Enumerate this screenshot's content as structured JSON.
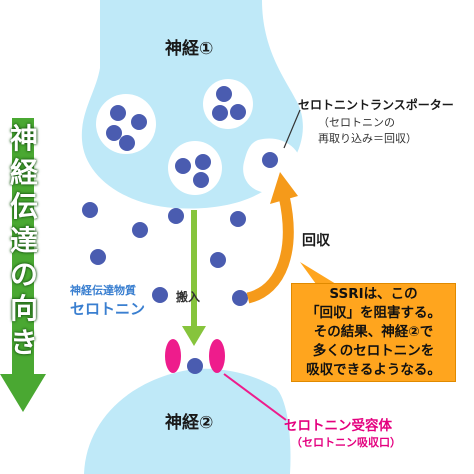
{
  "labels": {
    "neuron1": "神経①",
    "neuron2": "神経②",
    "transporter": "セロトニントランスポーター",
    "transporter_note_line1": "（セロトニンの",
    "transporter_note_line2": "再取り込み＝回収）",
    "reuptake": "回収",
    "transport": "搬入",
    "neurotransmitter": "神経伝達物質",
    "serotonin": "セロトニン",
    "receptor": "セロトニン受容体",
    "receptor_note": "（セロトニン吸収口）",
    "direction": "神経伝達の向き"
  },
  "ssri_box": {
    "lines": [
      "SSRIは、この",
      "「回収」を阻害する。",
      "その結果、神経②で",
      "多くのセロトニンを",
      "吸収できるようなる。"
    ]
  },
  "colors": {
    "neuron": "#bfe9f8",
    "molecule": "#4a5cb0",
    "direction_arrow": "#4aa832",
    "transport_arrow": "#86c43c",
    "reuptake_arrow": "#f59a1a",
    "receptor": "#ee1c8c",
    "ssri_box": "#ffa51e"
  }
}
